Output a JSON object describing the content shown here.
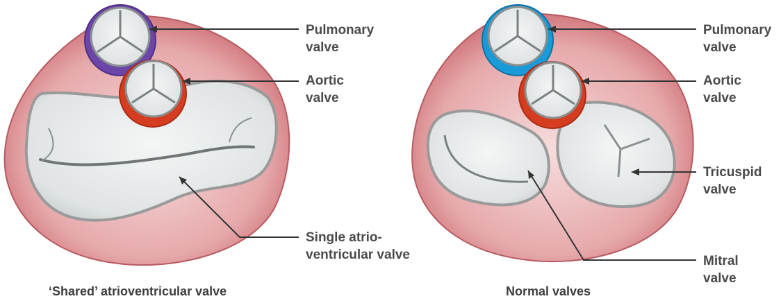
{
  "panels": [
    {
      "caption": "‘Shared’ atrioventricular valve",
      "labels": {
        "pulmonary": [
          "Pulmonary",
          "valve"
        ],
        "aortic": [
          "Aortic",
          "valve"
        ],
        "single_av": [
          "Single atrio-",
          "ventricular valve"
        ]
      }
    },
    {
      "caption": "Normal valves",
      "labels": {
        "pulmonary": [
          "Pulmonary",
          "valve"
        ],
        "aortic": [
          "Aortic",
          "valve"
        ],
        "tricuspid": [
          "Tricuspid",
          "valve"
        ],
        "mitral": [
          "Mitral",
          "valve"
        ]
      }
    }
  ],
  "colors": {
    "heart_tissue": "#e8b1b3",
    "heart_tissue_dark": "#c96a70",
    "valve_leaflet": "#e9ecec",
    "pulmonary_ring_left": "#6b45a8",
    "pulmonary_ring_right": "#1a9ad6",
    "aortic_ring": "#d43d20",
    "leader_line": "#333333"
  }
}
